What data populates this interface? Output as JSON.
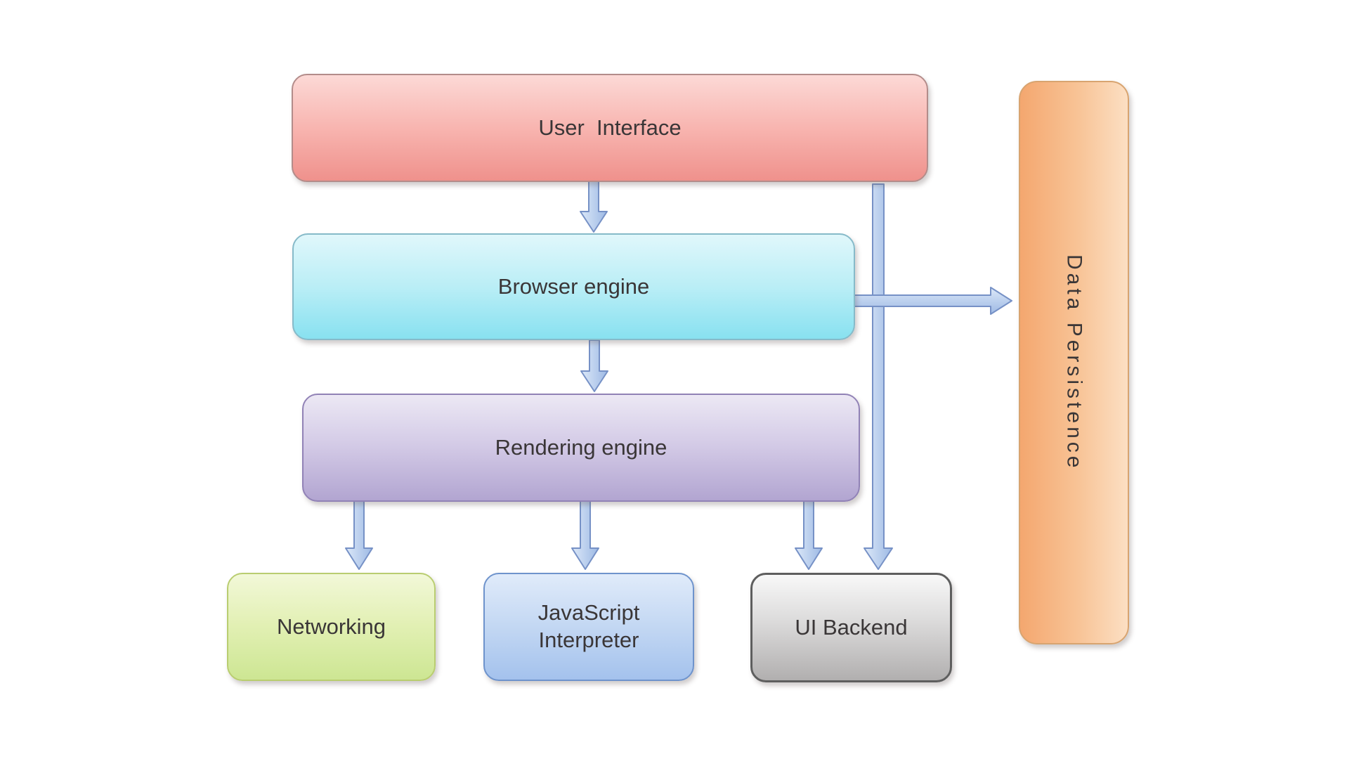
{
  "diagram": {
    "nodes": {
      "user_interface": {
        "label": "User  Interface",
        "fill": "#ef918c",
        "border": "#b38c8a"
      },
      "browser_engine": {
        "label": "Browser engine",
        "fill": "#88e1f0",
        "border": "#86bac9"
      },
      "rendering_engine": {
        "label": "Rendering engine",
        "fill": "#b2a5d1",
        "border": "#9182b6"
      },
      "networking": {
        "label": "Networking",
        "fill": "#cde693",
        "border": "#b9cd70"
      },
      "javascript_interpreter": {
        "label": "JavaScript Interpreter",
        "fill": "#a4c2ed",
        "border": "#6e93cc"
      },
      "ui_backend": {
        "label": "UI Backend",
        "fill": "#b1afaf",
        "border": "#5e5e5e"
      },
      "data_persistence": {
        "label": "Data Persistence",
        "fill": "#f4a76f",
        "border": "#d8a470"
      }
    },
    "edges": [
      {
        "from": "User Interface",
        "to": "Browser engine",
        "direction": "down"
      },
      {
        "from": "User Interface",
        "to": "UI Backend",
        "direction": "down"
      },
      {
        "from": "Browser engine",
        "to": "Rendering engine",
        "direction": "down"
      },
      {
        "from": "Browser engine",
        "to": "Data Persistence",
        "direction": "right"
      },
      {
        "from": "Rendering engine",
        "to": "Networking",
        "direction": "down"
      },
      {
        "from": "Rendering engine",
        "to": "JavaScript Interpreter",
        "direction": "down"
      },
      {
        "from": "Rendering engine",
        "to": "UI Backend",
        "direction": "down"
      }
    ],
    "colors": {
      "arrow_fill_light": "#dce8f8",
      "arrow_fill_dark": "#9db9e4",
      "arrow_stroke": "#7691c6",
      "text": "#3a3637",
      "background": "#ffffff"
    }
  }
}
